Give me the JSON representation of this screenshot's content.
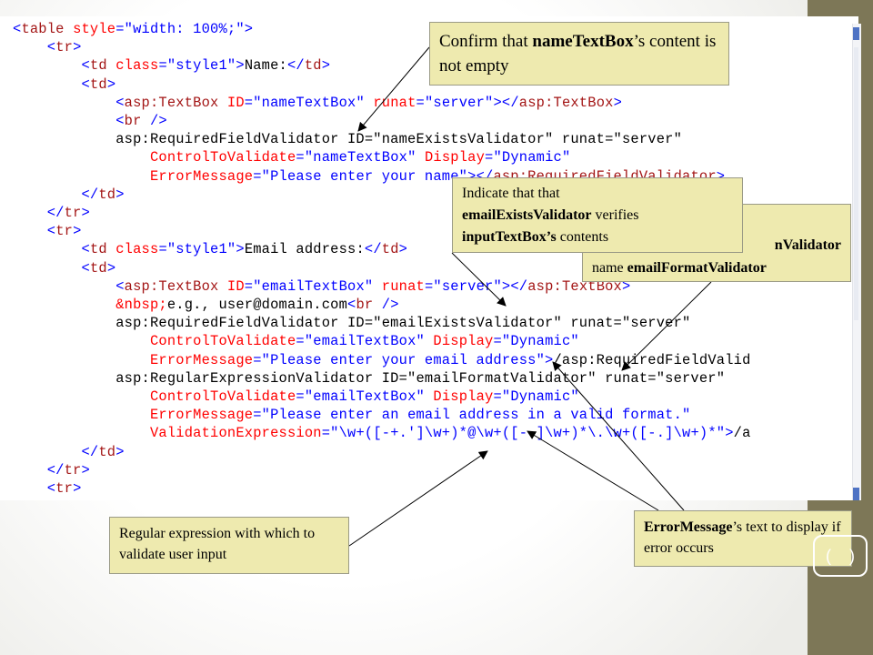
{
  "code_lines": [
    "<table style=\"width: 100%;\">",
    "    <tr>",
    "        <td class=\"style1\">Name:</td>",
    "        <td>",
    "            <asp:TextBox ID=\"nameTextBox\" runat=\"server\"></asp:TextBox>",
    "            <br />",
    "            <asp:RequiredFieldValidator ID=\"nameExistsValidator\" runat=\"server\"",
    "                ControlToValidate=\"nameTextBox\" Display=\"Dynamic\"",
    "                ErrorMessage=\"Please enter your name\"></asp:RequiredFieldValidator>",
    "        </td>",
    "    </tr>",
    "    <tr>",
    "        <td class=\"style1\">Email address:</td>",
    "        <td>",
    "            <asp:TextBox ID=\"emailTextBox\" runat=\"server\"></asp:TextBox>",
    "            &nbsp;e.g., user@domain.com<br />",
    "            <asp:RequiredFieldValidator ID=\"emailExistsValidator\" runat=\"server\"",
    "                ControlToValidate=\"emailTextBox\" Display=\"Dynamic\"",
    "                ErrorMessage=\"Please enter your email address\"></asp:RequiredFieldValid",
    "            <asp:RegularExpressionValidator ID=\"emailFormatValidator\" runat=\"server\"",
    "                ControlToValidate=\"emailTextBox\" Display=\"Dynamic\"",
    "                ErrorMessage=\"Please enter an email address in a valid format.\"",
    "                ValidationExpression=\"\\w+([-+.']\\w+)*@\\w+([-.]\\w+)*\\.\\w+([-.]\\w+)*\"></a",
    "        </td>",
    "    </tr>",
    "    <tr>"
  ],
  "callouts": {
    "name_check": {
      "pre": "Confirm that ",
      "bold": "nameTextBox",
      "post": "’s content is not empty"
    },
    "format_validator": {
      "line1": "nValidator",
      "line2_pre": "name ",
      "line2_bold": "emailFormatValidator"
    },
    "exists_validator": {
      "line1": "Indicate that that",
      "bold1": "emailExistsValidator",
      "mid": " verifies",
      "bold2": "inputTextBox’s",
      "post": " contents"
    },
    "regex": {
      "text": "Regular expression with which to validate user input"
    },
    "error_message": {
      "bold": "ErrorMessage",
      "post": "’s text to display if error occurs"
    }
  },
  "colors": {
    "sidebar": "#7d7757",
    "callout_fill": "#eeeaaf",
    "tag_blue": "#0000ff",
    "element_maroon": "#a31515",
    "attribute_red": "#ff0000"
  },
  "icons": {
    "page_badge": "bracket-frame-icon"
  }
}
